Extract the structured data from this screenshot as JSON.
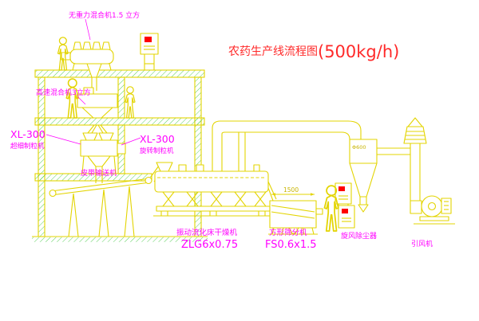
{
  "title": {
    "main": "农药生产线流程图",
    "capacity": "(500kg/h)"
  },
  "labels": {
    "top_mixer": "无重力混合机1.5 立方",
    "high_speed_mixer": "高速混合机3立方",
    "granulator_left_model": "XL-300",
    "granulator_left_name": "超细制粒机",
    "granulator_mid_model": "XL-300",
    "granulator_mid_name": "旋转制粒机",
    "belt_conveyor": "皮带输送机",
    "dryer_name": "振动流化床干燥机",
    "dryer_model": "ZLG6x0.75",
    "sifter_name": "方形筛分机",
    "sifter_model": "FS0.6x1.5",
    "cyclone": "旋风除尘器",
    "fan": "引风机"
  },
  "annotations": {
    "sifter_dimension": "1500",
    "cyclone_tag": "Φ600"
  },
  "colors": {
    "line_yellow": "#e3d400",
    "hatch_green": "#2fc42f",
    "label_magenta": "#ff00ff",
    "title_red": "#ff2a2a",
    "alarm_red": "#ff0000",
    "background": "#ffffff"
  }
}
